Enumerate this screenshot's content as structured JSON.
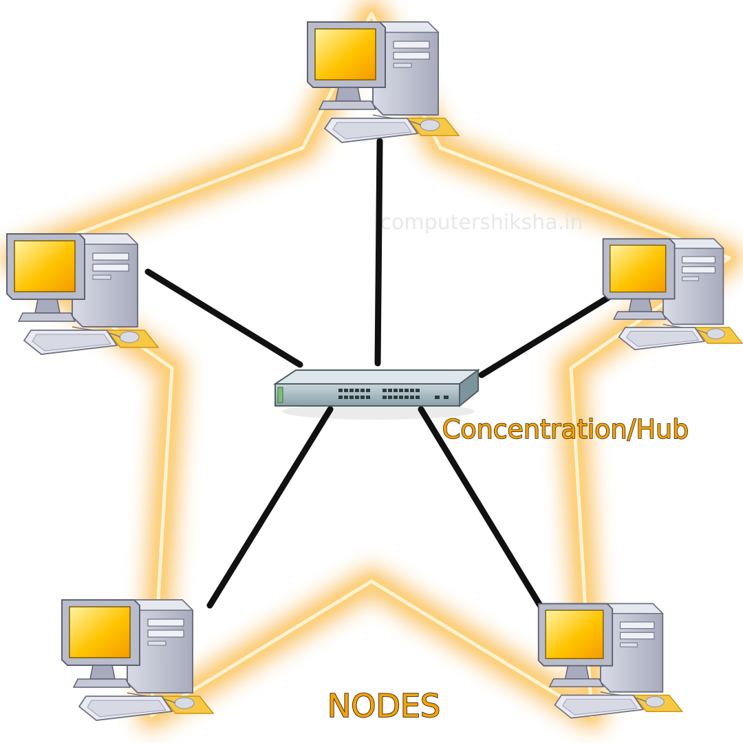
{
  "diagram": {
    "hub_label": "Concentration/Hub",
    "nodes_label": "NODES",
    "watermark": "computershiksha.in",
    "nodes": [
      {
        "id": "node-top"
      },
      {
        "id": "node-upper-left"
      },
      {
        "id": "node-upper-right"
      },
      {
        "id": "node-lower-left"
      },
      {
        "id": "node-lower-right"
      }
    ]
  },
  "colors": {
    "glow": "#f5a623",
    "glow_soft": "#ffe2a8",
    "cable": "#111111",
    "screen": "#ffc400",
    "screen_light": "#fff2a0",
    "monitor_body": "#b9bccb",
    "tower_body": "#c6c8d6",
    "mousepad": "#f7c843",
    "switch_body": "#9fb3bb",
    "label_fill": "#f2a20c",
    "label_stroke": "#3a2400"
  }
}
